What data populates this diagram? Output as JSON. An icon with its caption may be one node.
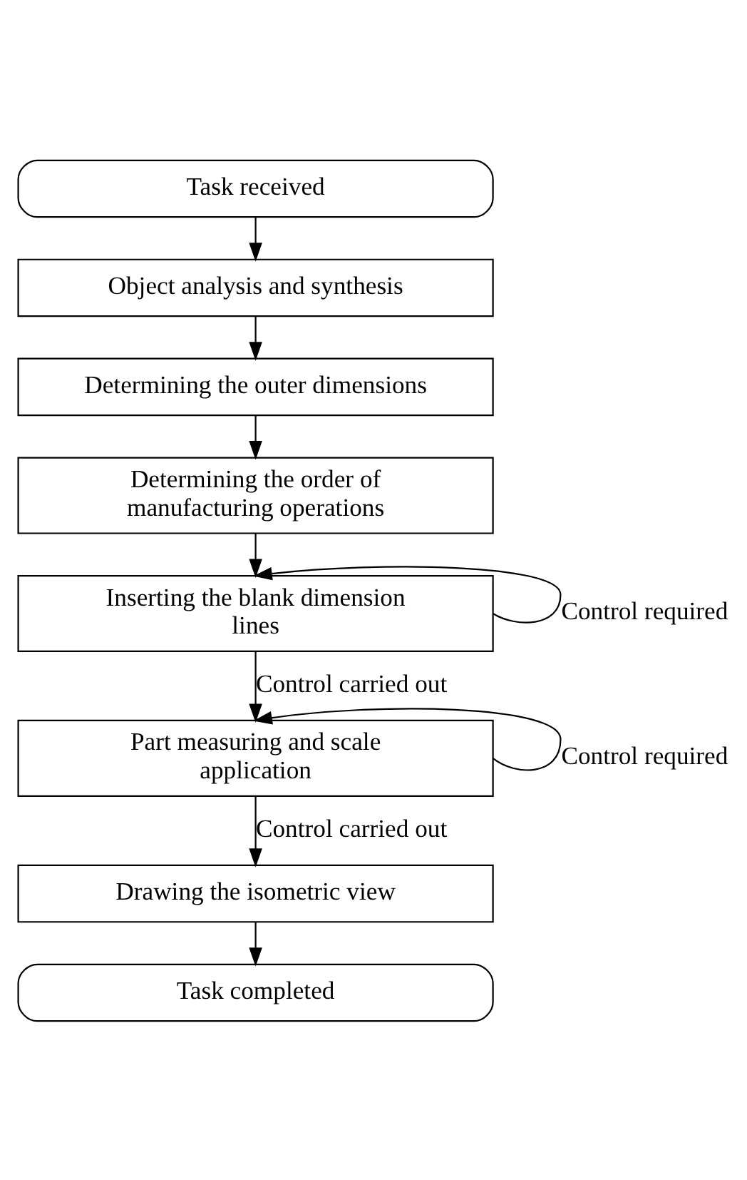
{
  "diagram": {
    "nodes": [
      {
        "text": [
          "Task received"
        ]
      },
      {
        "text": [
          "Object analysis and synthesis"
        ]
      },
      {
        "text": [
          "Determining the outer dimensions"
        ]
      },
      {
        "text": [
          "Determining the order of manufacturing operations"
        ]
      },
      {
        "text": [
          "Inserting the blank dimension lines"
        ]
      },
      {
        "text": [
          "Part measuring and scale application"
        ]
      },
      {
        "text": [
          "Drawing the isometric view"
        ]
      },
      {
        "text": [
          "Task completed"
        ]
      }
    ],
    "edges": [
      {
        "from": 0,
        "to": 1,
        "arrow": "to"
      },
      {
        "from": 1,
        "to": 2,
        "arrow": "to"
      },
      {
        "from": 2,
        "to": 3,
        "arrow": "to"
      },
      {
        "from": 3,
        "to": 4,
        "arrow": "to"
      },
      {
        "from": 4,
        "to": 4,
        "arrow": "to",
        "label": "Control required"
      },
      {
        "from": 4,
        "to": 5,
        "arrow": "to",
        "label": "Control carried out"
      },
      {
        "from": 5,
        "to": 5,
        "arrow": "to",
        "label": "Control required"
      },
      {
        "from": 5,
        "to": 6,
        "arrow": "to",
        "label": "Control carried out"
      },
      {
        "from": 6,
        "to": 7,
        "arrow": "to"
      }
    ]
  }
}
